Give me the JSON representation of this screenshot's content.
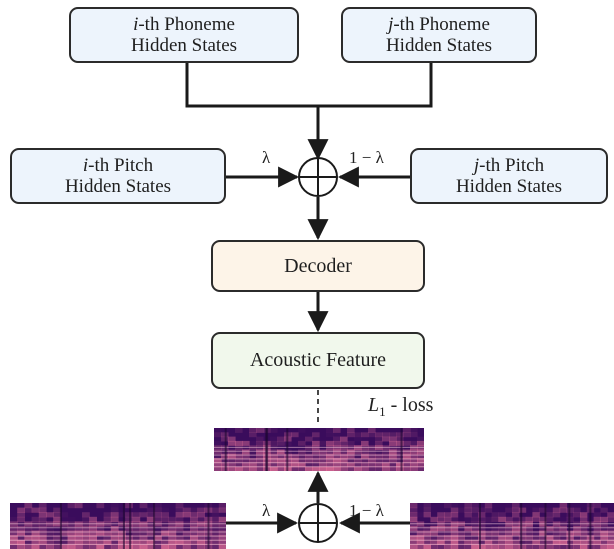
{
  "diagram": {
    "phoneme_i": {
      "prefix": "i",
      "line1": "-th Phoneme",
      "line2": "Hidden States"
    },
    "phoneme_j": {
      "prefix": "j",
      "line1": "-th Phoneme",
      "line2": "Hidden States"
    },
    "pitch_i": {
      "prefix": "i",
      "line1": "-th Pitch",
      "line2": "Hidden States"
    },
    "pitch_j": {
      "prefix": "j",
      "line1": "-th Pitch",
      "line2": "Hidden States"
    },
    "decoder": "Decoder",
    "acoustic": "Acoustic Feature",
    "lambda": "λ",
    "one_minus_lambda": "1 − λ",
    "loss_symbol": "L",
    "loss_subscript": "1",
    "loss_text": " - loss"
  },
  "colors": {
    "hidden_box": "#edf4fc",
    "decoder_box": "#fdf4e8",
    "acoustic_box": "#f1f8ec",
    "spectrogram_dark": "#3a0c5c",
    "spectrogram_bright": "#e9749a"
  }
}
